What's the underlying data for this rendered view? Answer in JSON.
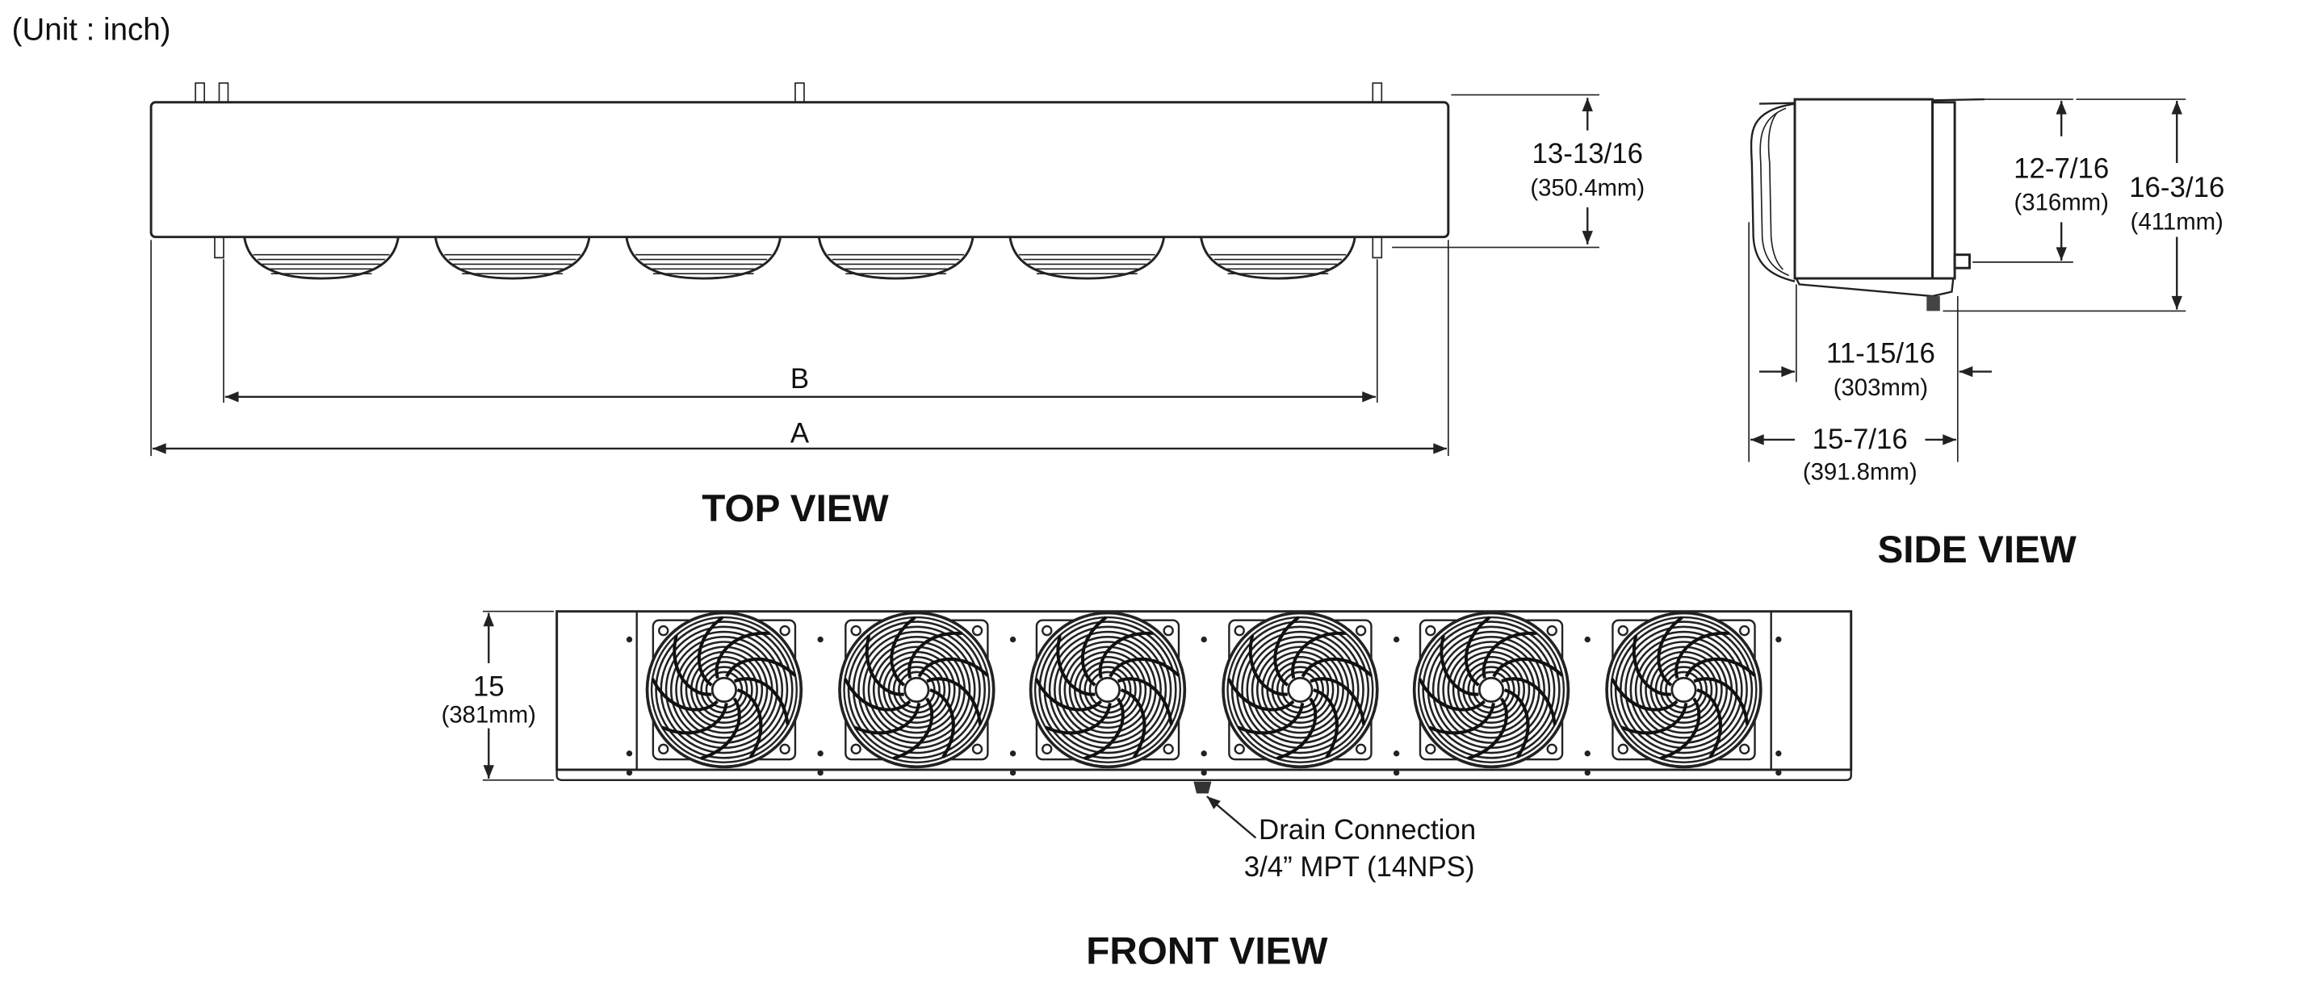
{
  "unit_label": "(Unit : inch)",
  "top_view": {
    "title": "TOP VIEW",
    "height_in": "13-13/16",
    "height_mm": "(350.4mm)",
    "dim_b": "B",
    "dim_a": "A"
  },
  "side_view": {
    "title": "SIDE VIEW",
    "coil_height_in": "12-7/16",
    "coil_height_mm": "(316mm)",
    "total_height_in": "16-3/16",
    "total_height_mm": "(411mm)",
    "body_depth_in": "11-15/16",
    "body_depth_mm": "(303mm)",
    "total_depth_in": "15-7/16",
    "total_depth_mm": "(391.8mm)"
  },
  "front_view": {
    "title": "FRONT VIEW",
    "height_in": "15",
    "height_mm": "(381mm)",
    "drain_label": "Drain Connection",
    "drain_spec": "3/4” MPT (14NPS)"
  }
}
